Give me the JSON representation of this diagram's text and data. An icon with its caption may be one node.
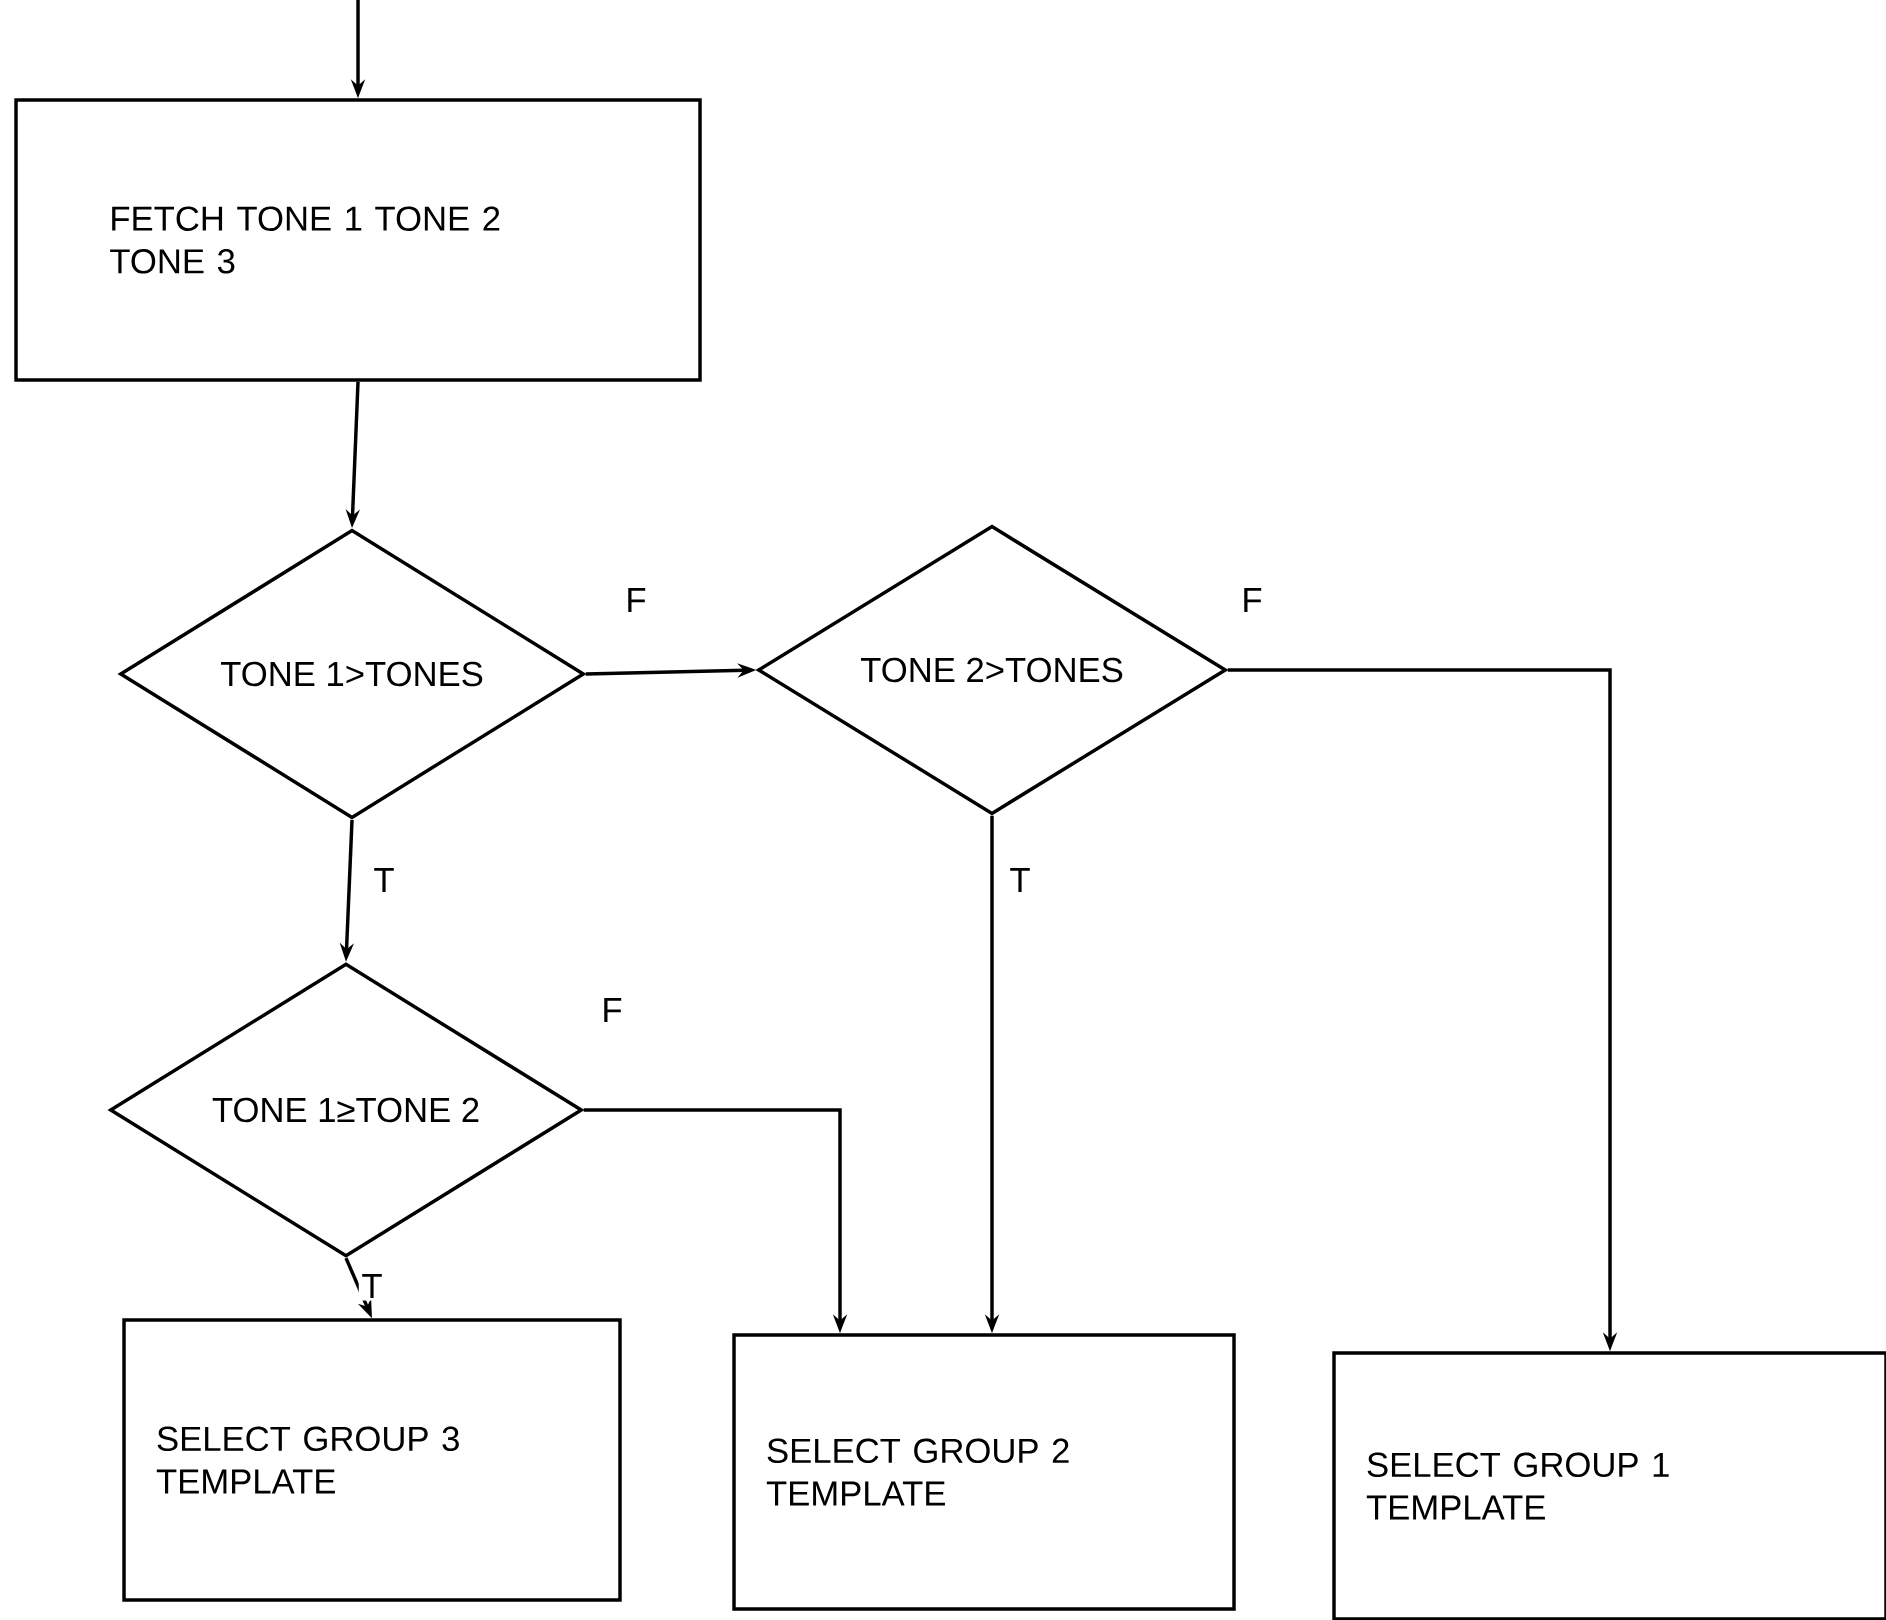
{
  "diagram": {
    "nodes": [
      {
        "text": [
          "FETCH TONE 1 TONE 2 TONE 3"
        ]
      },
      {
        "text": [
          "TONE 1>TONES"
        ]
      },
      {
        "text": [
          "TONE 2>TONES"
        ]
      },
      {
        "text": [
          "TONE 1≥TONE 2"
        ]
      },
      {
        "text": [
          "SELECT GROUP 3 TEMPLATE"
        ]
      },
      {
        "text": [
          "SELECT GROUP 2 TEMPLATE"
        ]
      },
      {
        "text": [
          "SELECT GROUP 1 TEMPLATE"
        ]
      }
    ],
    "edges": [
      {
        "from": null,
        "to": 0,
        "arrow": "to"
      },
      {
        "from": 0,
        "to": 1,
        "arrow": "to"
      },
      {
        "from": 1,
        "to": 2,
        "arrow": "to",
        "label": "F"
      },
      {
        "from": 1,
        "to": 3,
        "arrow": "to",
        "label": "T"
      },
      {
        "from": 2,
        "to": 5,
        "arrow": "to",
        "label": "T"
      },
      {
        "from": 2,
        "to": 6,
        "arrow": "to",
        "label": "F"
      },
      {
        "from": 3,
        "to": 4,
        "arrow": "to",
        "label": "T"
      },
      {
        "from": 3,
        "to": 5,
        "arrow": "to",
        "label": "F"
      }
    ]
  }
}
